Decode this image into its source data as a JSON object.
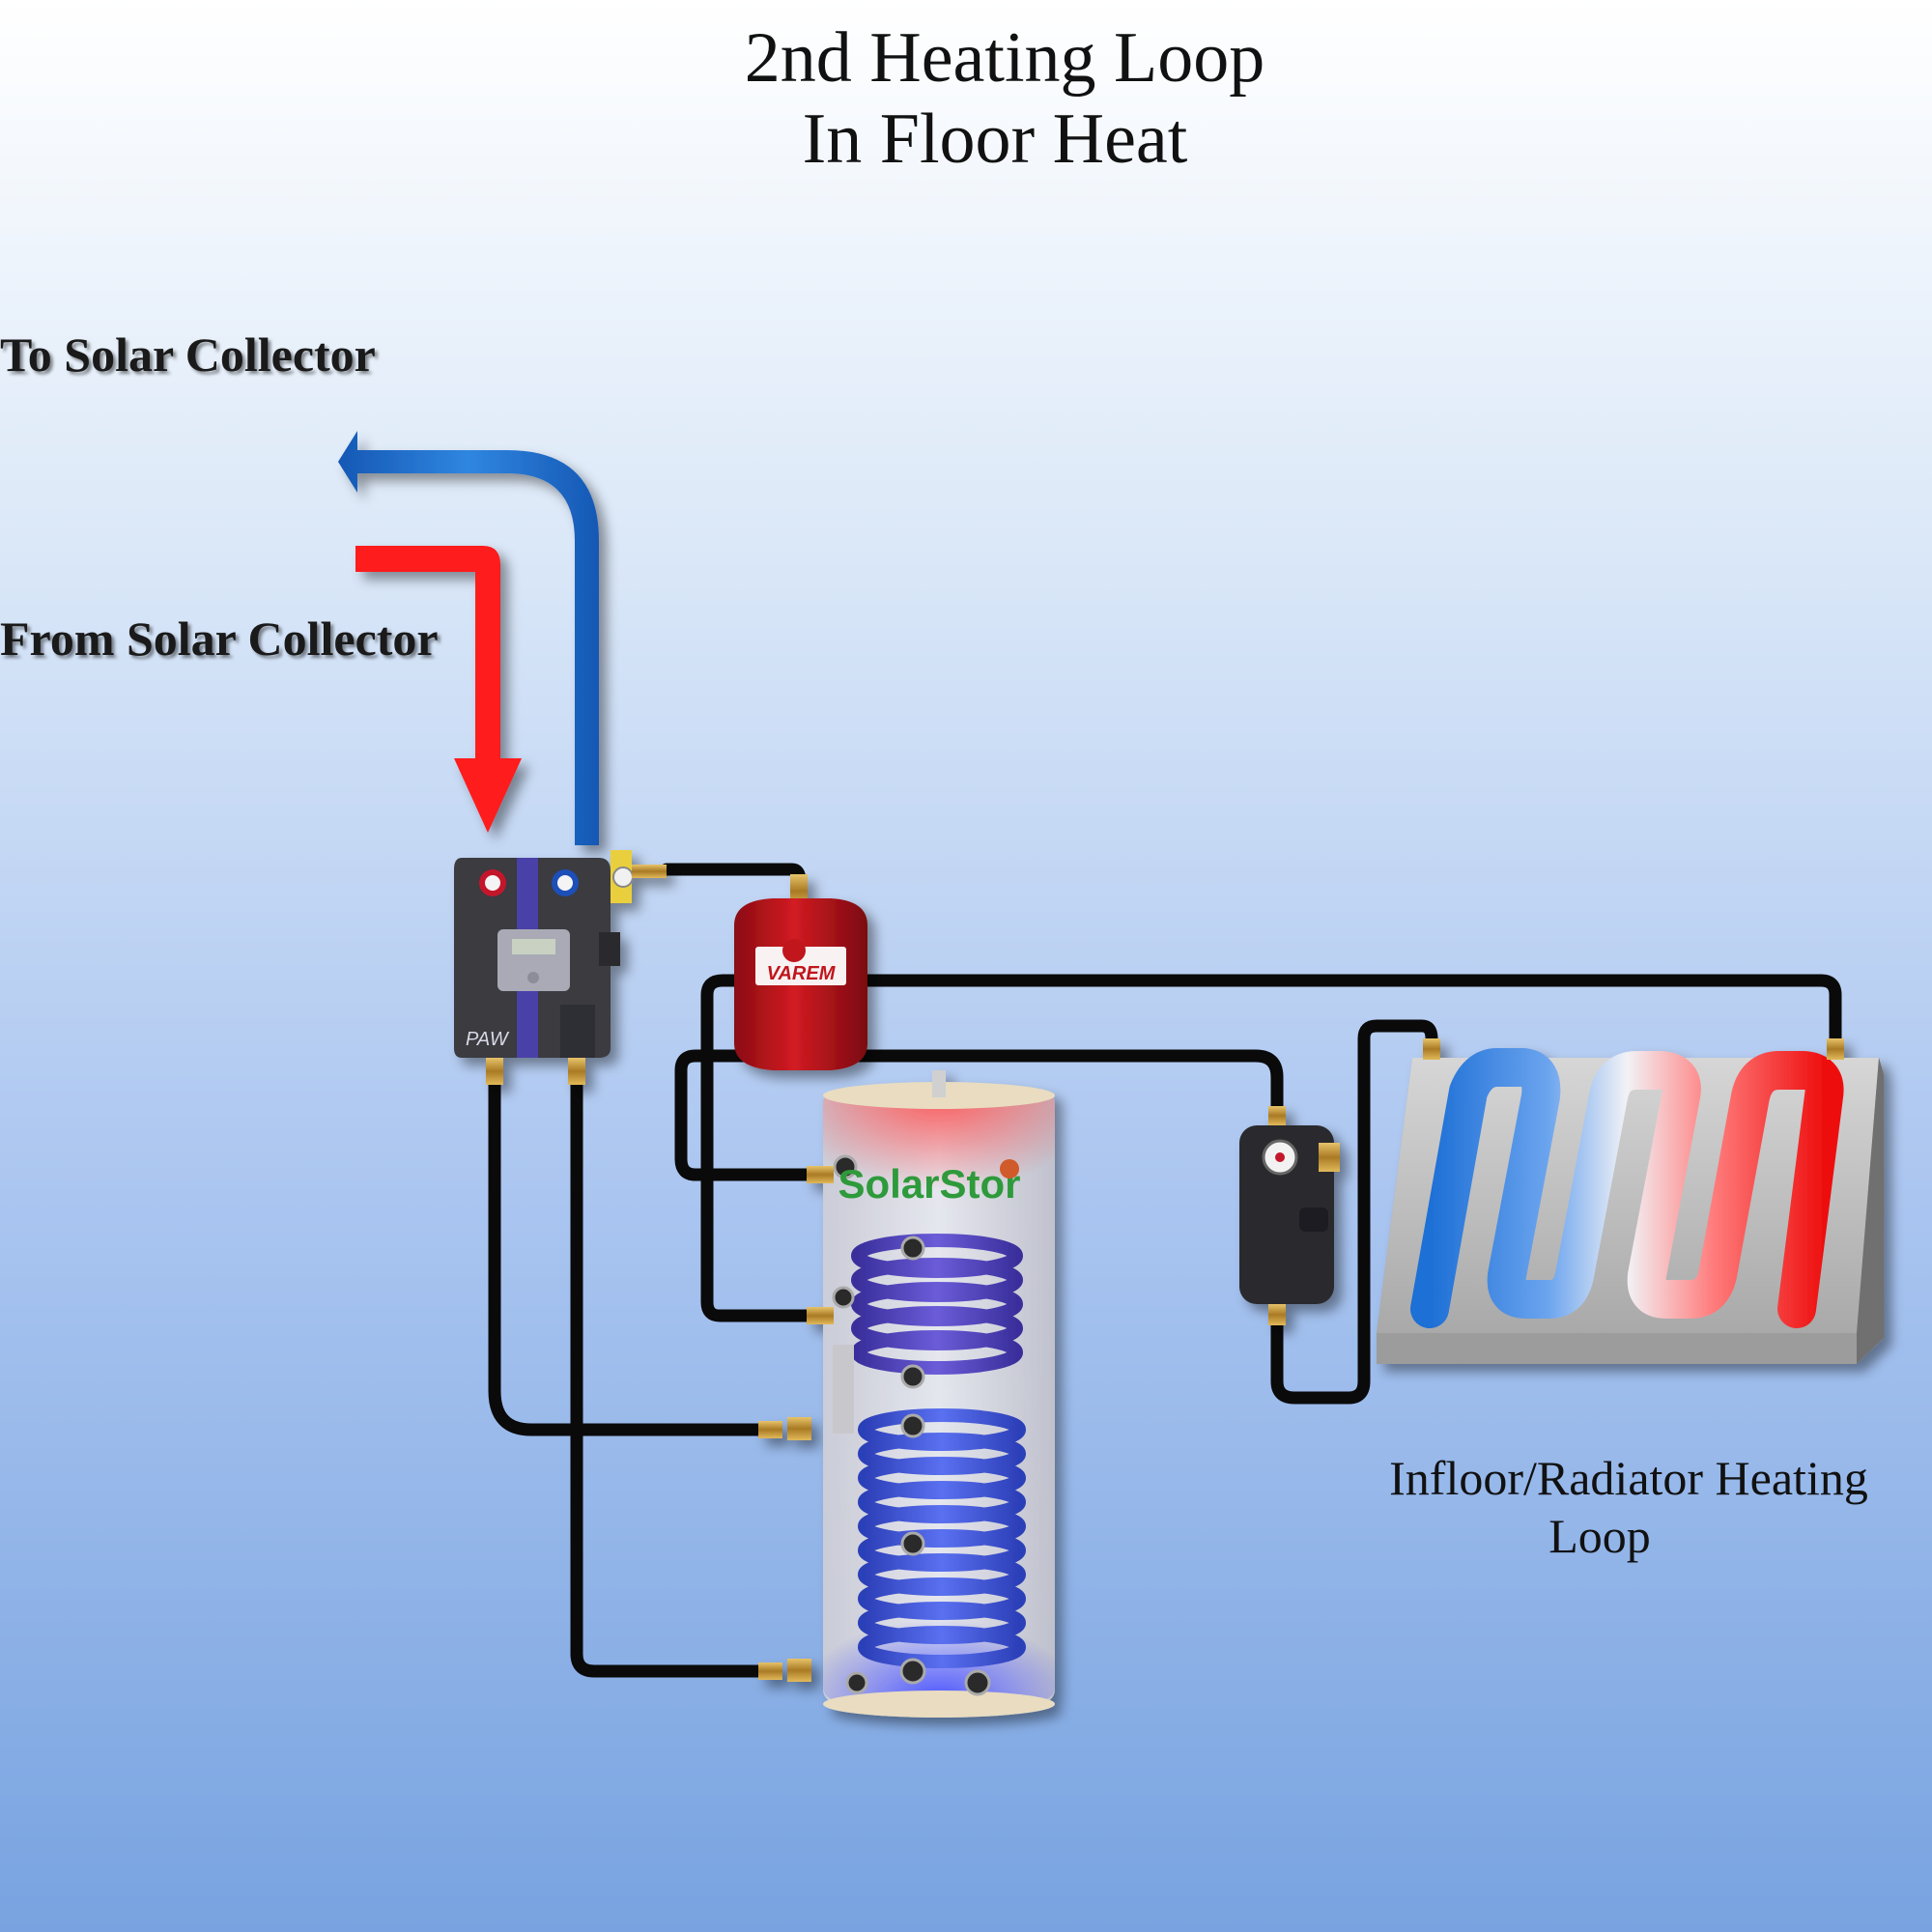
{
  "title": {
    "line1": "2nd Heating Loop",
    "line2": "In Floor Heat"
  },
  "labels": {
    "to_solar_collector": "To Solar Collector",
    "from_solar_collector": "From Solar Collector",
    "heating_loop_line1": "Infloor/Radiator Heating",
    "heating_loop_line2": "Loop"
  },
  "branding": {
    "pump_station": "PAW",
    "expansion_tank": "VAREM",
    "storage_tank": "SolarStor"
  },
  "colors": {
    "hot_arrow": "#ff1a1a",
    "cold_arrow": "#1f6fc8",
    "background_top": "#ffffff",
    "background_bottom": "#7aa6e2",
    "tank_brand": "#2f9a3a",
    "expansion_tank": "#c0141c"
  },
  "icons": {
    "pump_station": "solar-pump-station-icon",
    "expansion_tank": "expansion-tank-icon",
    "storage_tank": "solar-storage-tank-icon",
    "mixing_pump": "mixing-pump-icon",
    "floor_loop": "radiant-floor-loop-icon"
  }
}
